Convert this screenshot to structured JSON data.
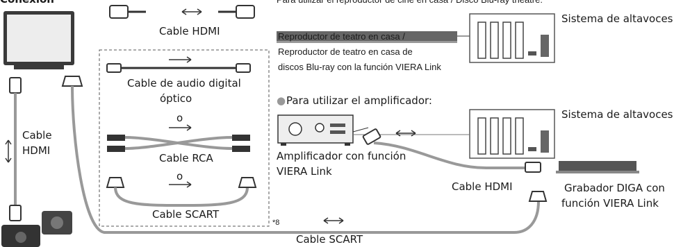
{
  "header": {
    "left_cut_label": "Conexión",
    "right_cut_label": "Para utilizar el reproductor de cine en casa / Disco Blu-ray theatre:"
  },
  "labels": {
    "hdmi_top": "Cable HDMI",
    "home_theater": [
      "Reproductor de teatro en casa /",
      "Reproductor de teatro en casa de",
      "discos Blu-ray con la función VIERA Link"
    ],
    "speakers_1": "Sistema de altavoces",
    "speakers_2": "Sistema de altavoces",
    "amp_note": "Para utilizar el amplificador:",
    "optical": [
      "Cable de audio digital",
      "óptico"
    ],
    "or_1": "o",
    "rca": "Cable RCA",
    "or_2": "o",
    "scart_box": "Cable SCART",
    "cable_left": [
      "Cable",
      "HDMI"
    ],
    "amplifier": [
      "Amplificador con función",
      "VIERA Link"
    ],
    "hdmi_right": "Cable HDMI",
    "diga": [
      "Grabador DIGA con",
      "función VIERA Link"
    ],
    "footnote": "*8",
    "scart_bottom": "Cable SCART"
  }
}
